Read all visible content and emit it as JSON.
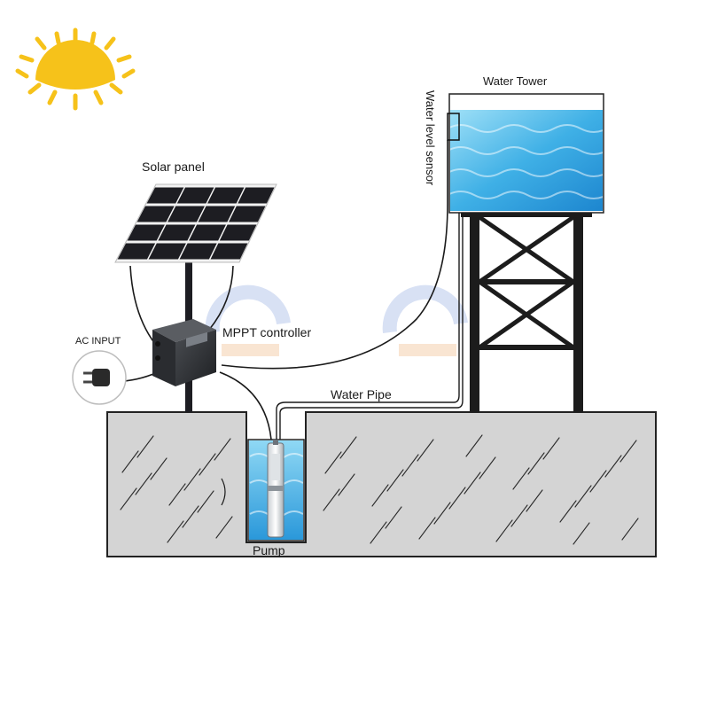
{
  "labels": {
    "water_tower": "Water Tower",
    "water_level_sensor": "Water  level sensor",
    "solar_panel": "Solar panel",
    "mppt_controller": "MPPT controller",
    "ac_input": "AC INPUT",
    "water_pipe": "Water Pipe",
    "pump": "Pump"
  },
  "colors": {
    "sun": "#f6c21a",
    "water_light": "#7fd0f2",
    "water_dark": "#1f8fd6",
    "ground": "#d4d4d4",
    "ground_hatch": "#2a2a2a",
    "tower_steel": "#1c1c1c",
    "panel_cell": "#1d1d22",
    "controller_body": "#2d2f33",
    "watermark_blue": "#b9c8ec",
    "watermark_orange": "#f4cfae"
  },
  "icons": [
    "sun-icon",
    "solar-panel-icon",
    "mppt-controller-icon",
    "ac-plug-icon",
    "pump-icon",
    "water-tower-icon"
  ]
}
